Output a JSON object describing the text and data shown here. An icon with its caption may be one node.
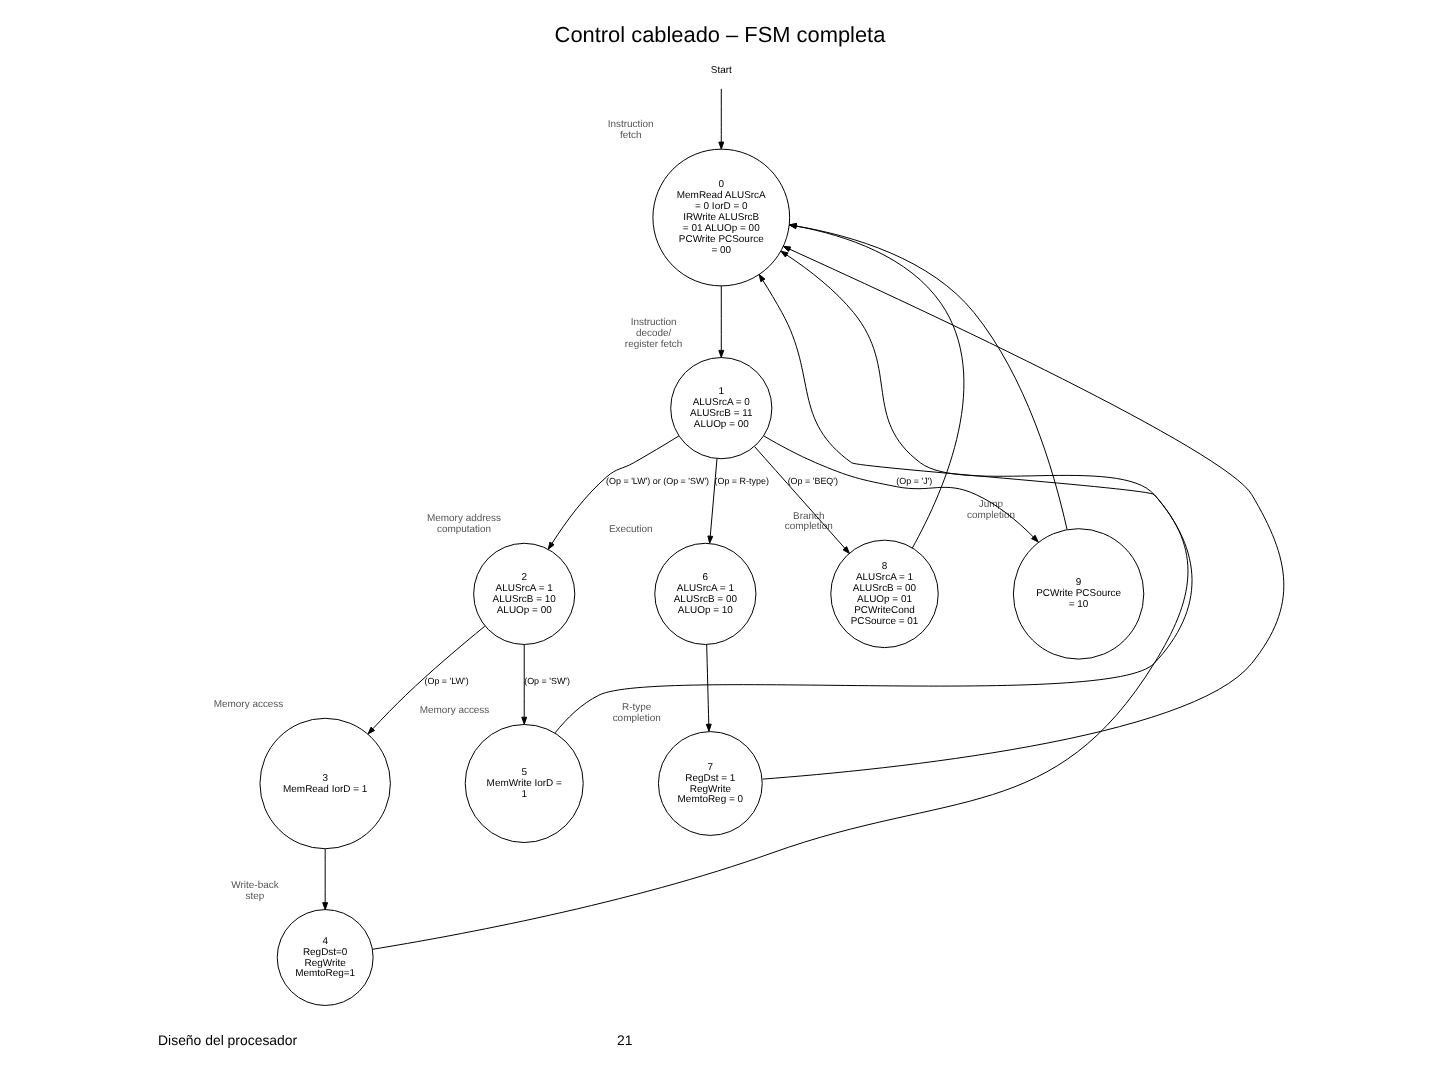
{
  "diagram": {
    "title": "Control cableado – FSM completa",
    "nodes": [
      {
        "text": [
          "Start"
        ]
      },
      {
        "text": [
          "0",
          "MemRead ALUSrcA = 0 IorD = 0 IRWrite ALUSrcB = 01 ALUOp = 00 PCWrite PCSource = 00"
        ],
        "beside": [
          "Instruction fetch"
        ]
      },
      {
        "text": [
          "1",
          "ALUSrcA = 0 ALUSrcB = 11 ALUOp = 00"
        ],
        "beside": [
          "Instruction decode/ register fetch"
        ]
      },
      {
        "text": [
          "2",
          "ALUSrcA = 1 ALUSrcB = 10 ALUOp = 00"
        ],
        "beside": [
          "Memory address computation"
        ]
      },
      {
        "text": [
          "3",
          "MemRead IorD = 1"
        ],
        "beside": [
          "Memory access"
        ]
      },
      {
        "text": [
          "4",
          "RegDst=0 RegWrite MemtoReg=1"
        ],
        "beside": [
          "Write-back step"
        ]
      },
      {
        "text": [
          "5",
          "MemWrite IorD = 1"
        ],
        "beside": [
          "Memory access"
        ]
      },
      {
        "text": [
          "6",
          "ALUSrcA = 1 ALUSrcB = 00 ALUOp = 10"
        ],
        "beside": [
          "Execution"
        ]
      },
      {
        "text": [
          "7",
          "RegDst = 1 RegWrite MemtoReg = 0"
        ],
        "beside": [
          "R-type completion"
        ]
      },
      {
        "text": [
          "8",
          "ALUSrcA = 1 ALUSrcB = 00 ALUOp = 01 PCWriteCond PCSource = 01"
        ],
        "beside": [
          "Branch completion"
        ]
      },
      {
        "text": [
          "9",
          "PCWrite PCSource = 10"
        ],
        "beside": [
          "Jump completion"
        ]
      }
    ],
    "edges": [
      {
        "from": 0,
        "to": 1,
        "arrow": "to"
      },
      {
        "from": 1,
        "to": 2,
        "arrow": "to"
      },
      {
        "from": 2,
        "to": 3,
        "arrow": "to",
        "label": "(Op = 'LW') or (Op = 'SW')"
      },
      {
        "from": 2,
        "to": 7,
        "arrow": "to",
        "label": "(Op = R-type)"
      },
      {
        "from": 2,
        "to": 9,
        "arrow": "to",
        "label": "(Op = 'BEQ')"
      },
      {
        "from": 2,
        "to": 10,
        "arrow": "to",
        "label": "(Op = 'J')"
      },
      {
        "from": 3,
        "to": 4,
        "arrow": "to",
        "label": "(Op = 'LW')"
      },
      {
        "from": 3,
        "to": 6,
        "arrow": "to",
        "label": "(Op = 'SW')"
      },
      {
        "from": 4,
        "to": 5,
        "arrow": "to"
      },
      {
        "from": 7,
        "to": 8,
        "arrow": "to"
      },
      {
        "from": 5,
        "to": 1,
        "arrow": "to"
      },
      {
        "from": 6,
        "to": 1,
        "arrow": "to"
      },
      {
        "from": 8,
        "to": 1,
        "arrow": "to"
      },
      {
        "from": 9,
        "to": 1,
        "arrow": "to"
      },
      {
        "from": 10,
        "to": 1,
        "arrow": "to"
      }
    ],
    "labels": [
      "Diseño del procesador",
      "21"
    ]
  }
}
